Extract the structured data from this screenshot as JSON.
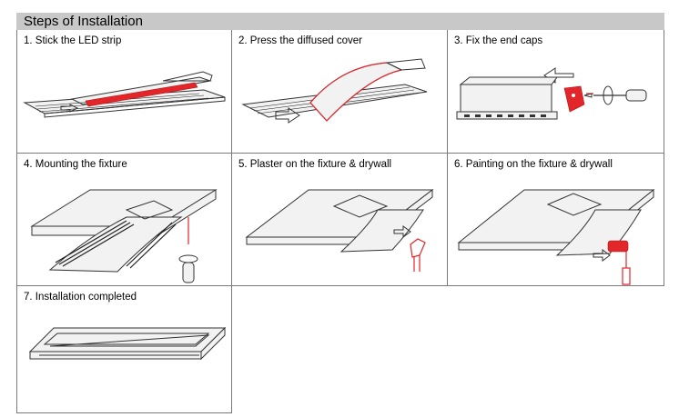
{
  "title": "Steps of Installation",
  "steps": [
    {
      "label": "1.   Stick the LED strip"
    },
    {
      "label": "2.   Press the diffused cover"
    },
    {
      "label": "3.   Fix the end caps"
    },
    {
      "label": "4.   Mounting the fixture"
    },
    {
      "label": "5.   Plaster on the fixture & drywall"
    },
    {
      "label": "6.   Painting on the fixture & drywall"
    },
    {
      "label": "7.  Installation completed"
    }
  ],
  "colors": {
    "header_bg": "#c8c8c8",
    "accent_red": "#e2262a",
    "border": "#7a7a7a"
  }
}
